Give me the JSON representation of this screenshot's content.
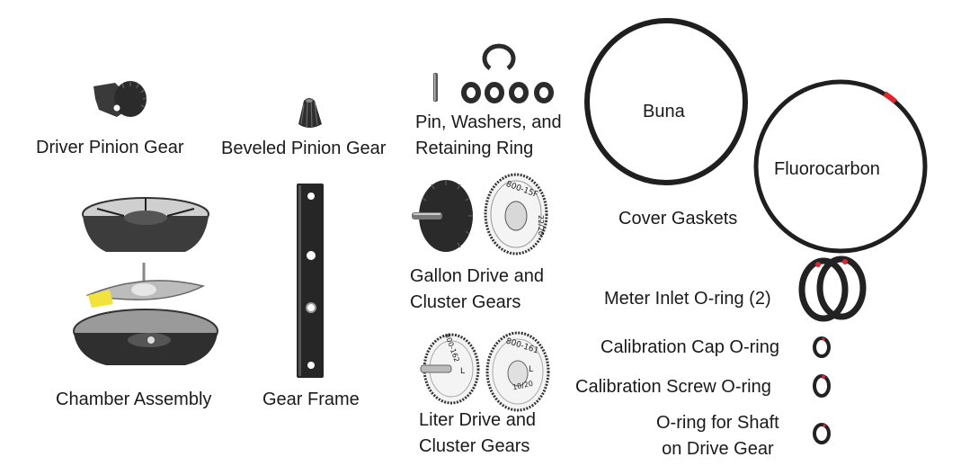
{
  "labels": {
    "driver_pinion_gear": "Driver Pinion Gear",
    "beveled_pinion_gear": "Beveled Pinion Gear",
    "pin_washers_line1": "Pin, Washers, and",
    "pin_washers_line2": "Retaining Ring",
    "buna": "Buna",
    "fluorocarbon": "Fluorocarbon",
    "cover_gaskets": "Cover Gaskets",
    "chamber_assembly": "Chamber Assembly",
    "gear_frame": "Gear Frame",
    "gallon_drive_line1": "Gallon Drive and",
    "gallon_drive_line2": "Cluster Gears",
    "meter_inlet_oring": "Meter Inlet O-ring (2)",
    "calibration_cap_oring": "Calibration Cap O-ring",
    "calibration_screw_oring": "Calibration Screw O-ring",
    "liter_drive_line1": "Liter Drive and",
    "liter_drive_line2": "Cluster Gears",
    "oring_shaft_line1": "O-ring for Shaft",
    "oring_shaft_line2": "on Drive Gear"
  },
  "gear_markings": {
    "gallon_cluster_top": "800-15F",
    "gallon_cluster_side": "22/20",
    "liter_drive": "800-162",
    "liter_cluster_top": "800-161",
    "liter_cluster_side": "10/20",
    "liter_letter": "L"
  },
  "colors": {
    "part_dark": "#2b2b2b",
    "red_mark": "#e0262b",
    "yellow_disc": "#f2e23a"
  }
}
